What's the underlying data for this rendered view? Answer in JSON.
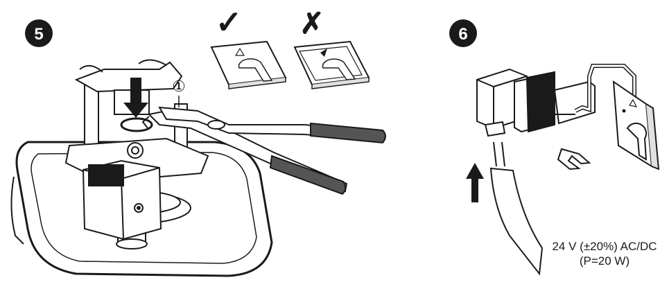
{
  "steps": [
    {
      "number": "5"
    },
    {
      "number": "6"
    }
  ],
  "callout": "①",
  "marks": {
    "correct": "✓",
    "incorrect": "✗"
  },
  "power": {
    "line1": "24 V (±20%) AC/DC",
    "line2": "(P=20 W)"
  },
  "colors": {
    "ink": "#1a1a1a",
    "grip": "#555555",
    "panel": "#ffffff"
  }
}
